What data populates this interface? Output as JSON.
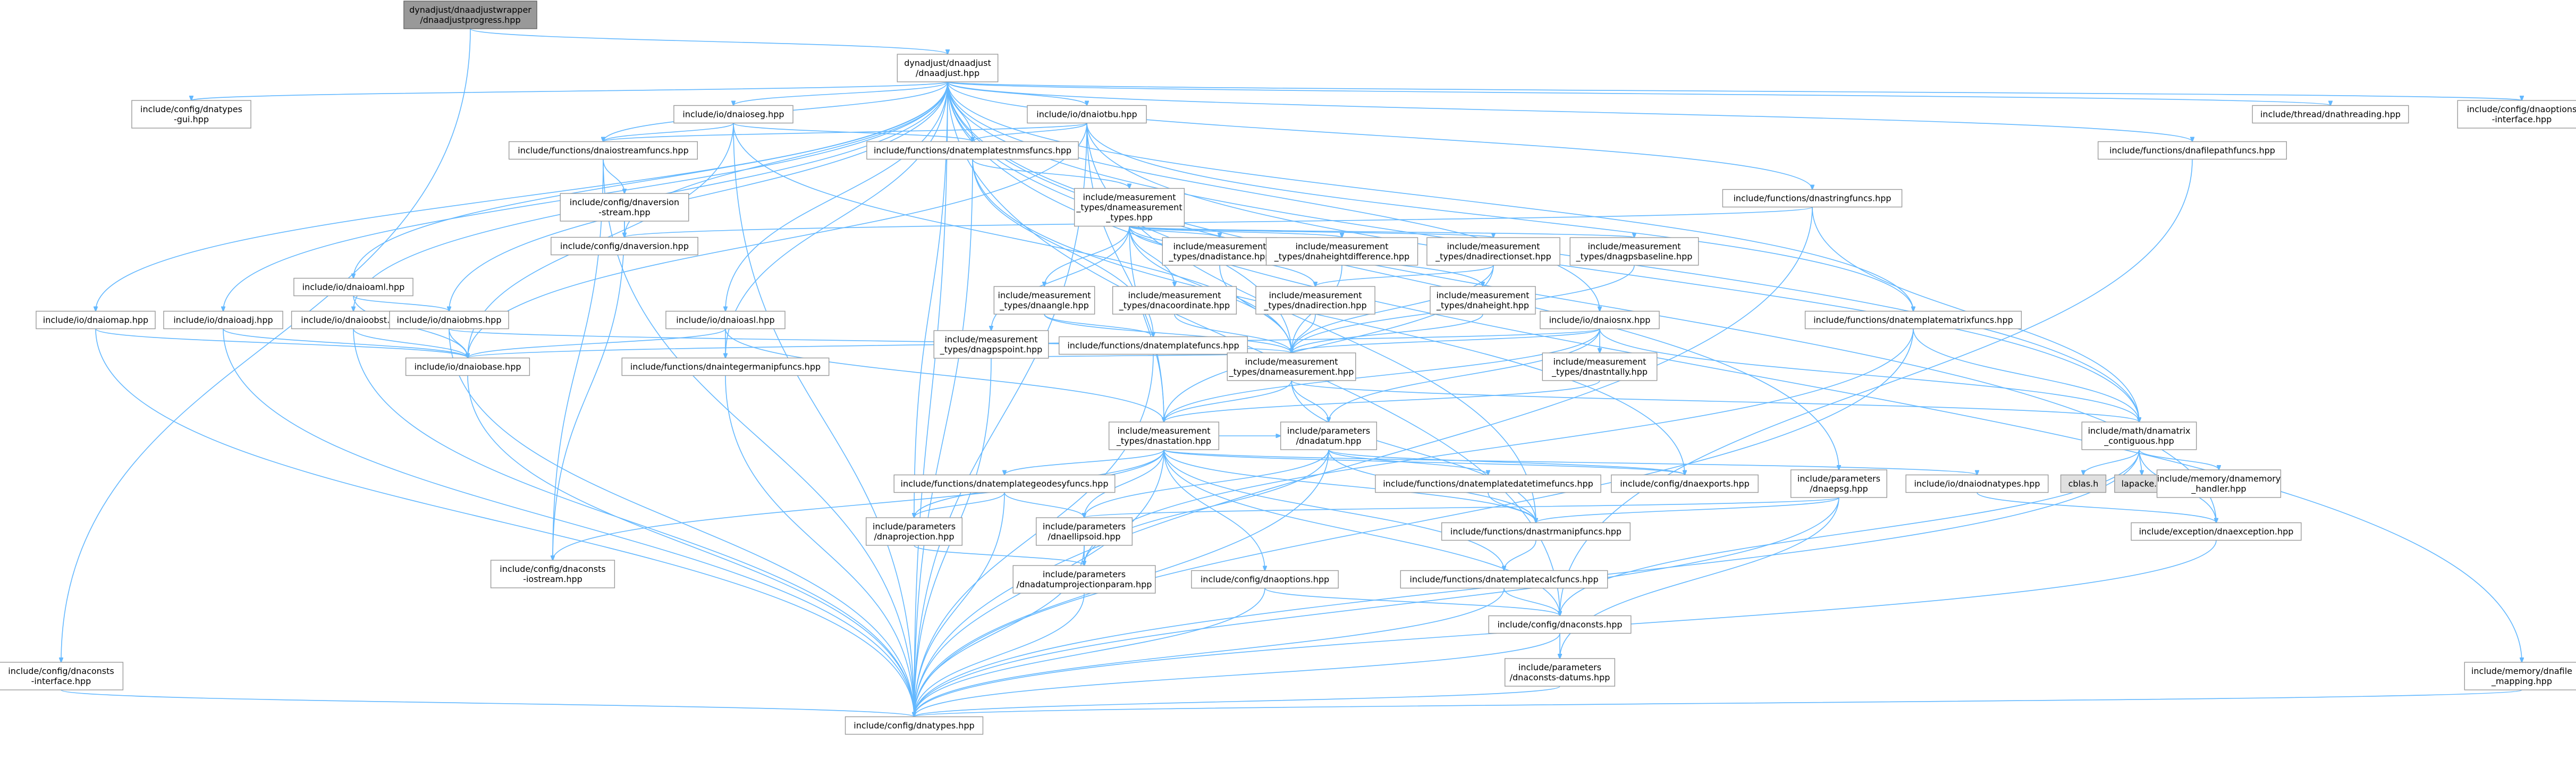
{
  "nodes": [
    {
      "id": "root",
      "label": [
        "dynadjust/dnaadjustwrapper",
        "/dnaadjustprogress.hpp"
      ],
      "kind": "root"
    },
    {
      "id": "dnaadjust",
      "label": [
        "dynadjust/dnaadjust",
        "/dnaadjust.hpp"
      ]
    },
    {
      "id": "dnaconsts_interface",
      "label": [
        "include/config/dnaconsts",
        "-interface.hpp"
      ]
    },
    {
      "id": "dnatypes_gui",
      "label": [
        "include/config/dnatypes",
        "-gui.hpp"
      ]
    },
    {
      "id": "dnaiomap",
      "label": [
        "include/io/dnaiomap.hpp"
      ]
    },
    {
      "id": "dnaioadj",
      "label": [
        "include/io/dnaioadj.hpp"
      ]
    },
    {
      "id": "dnaioaml",
      "label": [
        "include/io/dnaioaml.hpp"
      ]
    },
    {
      "id": "dnaioobst",
      "label": [
        "include/io/dnaioobst.hpp"
      ]
    },
    {
      "id": "dnaiobms",
      "label": [
        "include/io/dnaiobms.hpp"
      ]
    },
    {
      "id": "dnaioasl",
      "label": [
        "include/io/dnaioasl.hpp"
      ]
    },
    {
      "id": "dnaioseg",
      "label": [
        "include/io/dnaioseg.hpp"
      ]
    },
    {
      "id": "dnaiotbu",
      "label": [
        "include/io/dnaiotbu.hpp"
      ]
    },
    {
      "id": "dnaiosnx",
      "label": [
        "include/io/dnaiosnx.hpp"
      ]
    },
    {
      "id": "dnaiobase",
      "label": [
        "include/io/dnaiobase.hpp"
      ]
    },
    {
      "id": "dnaversion_stream",
      "label": [
        "include/config/dnaversion",
        "-stream.hpp"
      ]
    },
    {
      "id": "dnaversion",
      "label": [
        "include/config/dnaversion.hpp"
      ]
    },
    {
      "id": "dnaconsts_iostream",
      "label": [
        "include/config/dnaconsts",
        "-iostream.hpp"
      ]
    },
    {
      "id": "dnatypes",
      "label": [
        "include/config/dnatypes.hpp"
      ]
    },
    {
      "id": "dnaiostreamfuncs",
      "label": [
        "include/functions/dnaiostreamfuncs.hpp"
      ]
    },
    {
      "id": "dnatemplatestnmsfuncs",
      "label": [
        "include/functions/dnatemplatestnmsfuncs.hpp"
      ]
    },
    {
      "id": "dnastringfuncs",
      "label": [
        "include/functions/dnastringfuncs.hpp"
      ]
    },
    {
      "id": "dnafilepathfuncs",
      "label": [
        "include/functions/dnafilepathfuncs.hpp"
      ]
    },
    {
      "id": "dnathreading",
      "label": [
        "include/thread/dnathreading.hpp"
      ]
    },
    {
      "id": "dnaoptions_interface",
      "label": [
        "include/config/dnaoptions",
        "-interface.hpp"
      ]
    },
    {
      "id": "dnameasurement_types",
      "label": [
        "include/measurement",
        "_types/dnameasurement",
        "_types.hpp"
      ]
    },
    {
      "id": "dnadistance",
      "label": [
        "include/measurement",
        "_types/dnadistance.hpp"
      ]
    },
    {
      "id": "dnaheightdifference",
      "label": [
        "include/measurement",
        "_types/dnaheightdifference.hpp"
      ]
    },
    {
      "id": "dnadirectionset",
      "label": [
        "include/measurement",
        "_types/dnadirectionset.hpp"
      ]
    },
    {
      "id": "dnagpsbaseline",
      "label": [
        "include/measurement",
        "_types/dnagpsbaseline.hpp"
      ]
    },
    {
      "id": "dnaangle",
      "label": [
        "include/measurement",
        "_types/dnaangle.hpp"
      ]
    },
    {
      "id": "dnacoordinate",
      "label": [
        "include/measurement",
        "_types/dnacoordinate.hpp"
      ]
    },
    {
      "id": "dnadirection",
      "label": [
        "include/measurement",
        "_types/dnadirection.hpp"
      ]
    },
    {
      "id": "dnaheight",
      "label": [
        "include/measurement",
        "_types/dnaheight.hpp"
      ]
    },
    {
      "id": "dnagpspoint",
      "label": [
        "include/measurement",
        "_types/dnagpspoint.hpp"
      ]
    },
    {
      "id": "dnatemplatefuncs",
      "label": [
        "include/functions/dnatemplatefuncs.hpp"
      ]
    },
    {
      "id": "dnaintegermanipfuncs",
      "label": [
        "include/functions/dnaintegermanipfuncs.hpp"
      ]
    },
    {
      "id": "dnameasurement",
      "label": [
        "include/measurement",
        "_types/dnameasurement.hpp"
      ]
    },
    {
      "id": "dnastntally",
      "label": [
        "include/measurement",
        "_types/dnastntally.hpp"
      ]
    },
    {
      "id": "dnatemplatematrixfuncs",
      "label": [
        "include/functions/dnatemplatematrixfuncs.hpp"
      ]
    },
    {
      "id": "dnastation",
      "label": [
        "include/measurement",
        "_types/dnastation.hpp"
      ]
    },
    {
      "id": "dnadatum",
      "label": [
        "include/parameters",
        "/dnadatum.hpp"
      ]
    },
    {
      "id": "dnamatrix_contiguous",
      "label": [
        "include/math/dnamatrix",
        "_contiguous.hpp"
      ]
    },
    {
      "id": "cblas",
      "label": [
        "cblas.h"
      ],
      "kind": "ext"
    },
    {
      "id": "lapacke",
      "label": [
        "lapacke.h"
      ],
      "kind": "ext"
    },
    {
      "id": "dnamemory_handler",
      "label": [
        "include/memory/dnamemory",
        "_handler.hpp"
      ]
    },
    {
      "id": "dnatemplategeodesyfuncs",
      "label": [
        "include/functions/dnatemplategeodesyfuncs.hpp"
      ]
    },
    {
      "id": "dnatemplatedatetimefuncs",
      "label": [
        "include/functions/dnatemplatedatetimefuncs.hpp"
      ]
    },
    {
      "id": "dnaexports",
      "label": [
        "include/config/dnaexports.hpp"
      ]
    },
    {
      "id": "dnaepsg",
      "label": [
        "include/parameters",
        "/dnaepsg.hpp"
      ]
    },
    {
      "id": "dnaiodnatypes",
      "label": [
        "include/io/dnaiodnatypes.hpp"
      ]
    },
    {
      "id": "dnaprojection",
      "label": [
        "include/parameters",
        "/dnaprojection.hpp"
      ]
    },
    {
      "id": "dnaellipsoid",
      "label": [
        "include/parameters",
        "/dnaellipsoid.hpp"
      ]
    },
    {
      "id": "dnastrmanipfuncs",
      "label": [
        "include/functions/dnastrmanipfuncs.hpp"
      ]
    },
    {
      "id": "dnaexception",
      "label": [
        "include/exception/dnaexception.hpp"
      ]
    },
    {
      "id": "dnadatumprojectionparam",
      "label": [
        "include/parameters",
        "/dnadatumprojectionparam.hpp"
      ]
    },
    {
      "id": "dnaoptions",
      "label": [
        "include/config/dnaoptions.hpp"
      ]
    },
    {
      "id": "dnatemplatecalcfuncs",
      "label": [
        "include/functions/dnatemplatecalcfuncs.hpp"
      ]
    },
    {
      "id": "dnaconsts",
      "label": [
        "include/config/dnaconsts.hpp"
      ]
    },
    {
      "id": "dnaconsts_datums",
      "label": [
        "include/parameters",
        "/dnaconsts-datums.hpp"
      ]
    },
    {
      "id": "dnafile_mapping",
      "label": [
        "include/memory/dnafile",
        "_mapping.hpp"
      ]
    }
  ],
  "edges": [
    [
      "root",
      "dnaadjust"
    ],
    [
      "root",
      "dnaconsts_interface"
    ],
    [
      "dnaconsts_interface",
      "dnatypes"
    ],
    [
      "dnaadjust",
      "dnatypes_gui"
    ],
    [
      "dnaadjust",
      "dnaiomap"
    ],
    [
      "dnaadjust",
      "dnaioadj"
    ],
    [
      "dnaadjust",
      "dnaioaml"
    ],
    [
      "dnaadjust",
      "dnaioobst"
    ],
    [
      "dnaadjust",
      "dnaiobms"
    ],
    [
      "dnaadjust",
      "dnaioasl"
    ],
    [
      "dnaadjust",
      "dnaioseg"
    ],
    [
      "dnaadjust",
      "dnaiotbu"
    ],
    [
      "dnaadjust",
      "dnaiosnx"
    ],
    [
      "dnaadjust",
      "dnaiostreamfuncs"
    ],
    [
      "dnaadjust",
      "dnatemplatestnmsfuncs"
    ],
    [
      "dnaadjust",
      "dnastringfuncs"
    ],
    [
      "dnaadjust",
      "dnafilepathfuncs"
    ],
    [
      "dnaadjust",
      "dnathreading"
    ],
    [
      "dnaadjust",
      "dnaoptions_interface"
    ],
    [
      "dnaadjust",
      "dnaversion"
    ],
    [
      "dnaadjust",
      "dnamatrix_contiguous"
    ],
    [
      "dnaadjust",
      "dnatemplatematrixfuncs"
    ],
    [
      "dnaadjust",
      "dnaexception"
    ],
    [
      "dnaadjust",
      "dnafile_mapping"
    ],
    [
      "dnaadjust",
      "dnaepsg"
    ],
    [
      "dnaadjust",
      "dnameasurement"
    ],
    [
      "dnaadjust",
      "dnatypes"
    ],
    [
      "dnaadjust",
      "dnaprojection"
    ],
    [
      "dnaadjust",
      "dnaintegermanipfuncs"
    ],
    [
      "dnaadjust",
      "dnaconsts"
    ],
    [
      "dnaiomap",
      "dnaiobase"
    ],
    [
      "dnaiomap",
      "dnatypes"
    ],
    [
      "dnaioadj",
      "dnaiobase"
    ],
    [
      "dnaioadj",
      "dnatypes"
    ],
    [
      "dnaioaml",
      "dnaiobase"
    ],
    [
      "dnaioaml",
      "dnaiobms"
    ],
    [
      "dnaioobst",
      "dnaiobase"
    ],
    [
      "dnaioobst",
      "dnatypes"
    ],
    [
      "dnaiobms",
      "dnaiobase"
    ],
    [
      "dnaiobms",
      "dnatypes"
    ],
    [
      "dnaiobms",
      "dnameasurement"
    ],
    [
      "dnaioasl",
      "dnaiobase"
    ],
    [
      "dnaioasl",
      "dnaintegermanipfuncs"
    ],
    [
      "dnaioasl",
      "dnastation"
    ],
    [
      "dnaioseg",
      "dnaiobase"
    ],
    [
      "dnaioseg",
      "dnaiostreamfuncs"
    ],
    [
      "dnaioseg",
      "dnatemplatestnmsfuncs"
    ],
    [
      "dnaioseg",
      "dnameasurement"
    ],
    [
      "dnaioseg",
      "dnatypes"
    ],
    [
      "dnaiotbu",
      "dnaiobase"
    ],
    [
      "dnaiotbu",
      "dnaiostreamfuncs"
    ],
    [
      "dnaiotbu",
      "dnatemplatestnmsfuncs"
    ],
    [
      "dnaiotbu",
      "dnatemplatematrixfuncs"
    ],
    [
      "dnaiotbu",
      "dnamatrix_contiguous"
    ],
    [
      "dnaiotbu",
      "dnastrmanipfuncs"
    ],
    [
      "dnaiotbu",
      "dnatypes"
    ],
    [
      "dnaiotbu",
      "dnastation"
    ],
    [
      "dnaiosnx",
      "dnaiobase"
    ],
    [
      "dnaiosnx",
      "dnameasurement"
    ],
    [
      "dnaiosnx",
      "dnastntally"
    ],
    [
      "dnaiosnx",
      "dnamatrix_contiguous"
    ],
    [
      "dnaiosnx",
      "dnadatum"
    ],
    [
      "dnaiosnx",
      "dnastation"
    ],
    [
      "dnaiobase",
      "dnatypes"
    ],
    [
      "dnaiostreamfuncs",
      "dnaversion_stream"
    ],
    [
      "dnaiostreamfuncs",
      "dnaconsts_iostream"
    ],
    [
      "dnaiostreamfuncs",
      "dnatypes"
    ],
    [
      "dnaversion_stream",
      "dnaversion"
    ],
    [
      "dnaversion_stream",
      "dnaconsts_iostream"
    ],
    [
      "dnatemplatestnmsfuncs",
      "dnameasurement_types"
    ],
    [
      "dnatemplatestnmsfuncs",
      "dnatemplatefuncs"
    ],
    [
      "dnatemplatestnmsfuncs",
      "dnatypes"
    ],
    [
      "dnatemplatestnmsfuncs",
      "dnaexports"
    ],
    [
      "dnastringfuncs",
      "dnaversion"
    ],
    [
      "dnastringfuncs",
      "dnatypes"
    ],
    [
      "dnastringfuncs",
      "dnamatrix_contiguous"
    ],
    [
      "dnafilepathfuncs",
      "dnaconsts"
    ],
    [
      "dnameasurement_types",
      "dnadistance"
    ],
    [
      "dnameasurement_types",
      "dnaheightdifference"
    ],
    [
      "dnameasurement_types",
      "dnadirectionset"
    ],
    [
      "dnameasurement_types",
      "dnagpsbaseline"
    ],
    [
      "dnameasurement_types",
      "dnaangle"
    ],
    [
      "dnameasurement_types",
      "dnacoordinate"
    ],
    [
      "dnameasurement_types",
      "dnadirection"
    ],
    [
      "dnameasurement_types",
      "dnaheight"
    ],
    [
      "dnameasurement_types",
      "dnagpspoint"
    ],
    [
      "dnameasurement_types",
      "dnameasurement"
    ],
    [
      "dnameasurement_types",
      "dnastation"
    ],
    [
      "dnadistance",
      "dnameasurement"
    ],
    [
      "dnaheightdifference",
      "dnameasurement"
    ],
    [
      "dnadirectionset",
      "dnadirection"
    ],
    [
      "dnadirectionset",
      "dnameasurement"
    ],
    [
      "dnadirectionset",
      "dnastation"
    ],
    [
      "dnagpsbaseline",
      "dnameasurement"
    ],
    [
      "dnaangle",
      "dnameasurement"
    ],
    [
      "dnaangle",
      "dnatemplatefuncs"
    ],
    [
      "dnacoordinate",
      "dnameasurement"
    ],
    [
      "dnadirection",
      "dnameasurement"
    ],
    [
      "dnaheight",
      "dnameasurement"
    ],
    [
      "dnagpspoint",
      "dnameasurement"
    ],
    [
      "dnagpspoint",
      "dnatypes"
    ],
    [
      "dnatemplatefuncs",
      "dnameasurement"
    ],
    [
      "dnatemplatefuncs",
      "dnatypes"
    ],
    [
      "dnaintegermanipfuncs",
      "dnatypes"
    ],
    [
      "dnameasurement",
      "dnastation"
    ],
    [
      "dnameasurement",
      "dnadatum"
    ],
    [
      "dnameasurement",
      "dnamatrix_contiguous"
    ],
    [
      "dnameasurement",
      "dnastrmanipfuncs"
    ],
    [
      "dnastntally",
      "dnastation"
    ],
    [
      "dnatemplatematrixfuncs",
      "dnamatrix_contiguous"
    ],
    [
      "dnatemplatematrixfuncs",
      "dnatypes"
    ],
    [
      "dnatemplatematrixfuncs",
      "dnadatumprojectionparam"
    ],
    [
      "dnastation",
      "dnaconsts_iostream"
    ],
    [
      "dnastation",
      "dnatemplategeodesyfuncs"
    ],
    [
      "dnastation",
      "dnaprojection"
    ],
    [
      "dnastation",
      "dnaellipsoid"
    ],
    [
      "dnastation",
      "dnaexports"
    ],
    [
      "dnastation",
      "dnaoptions"
    ],
    [
      "dnastation",
      "dnatemplatecalcfuncs"
    ],
    [
      "dnastation",
      "dnaconsts"
    ],
    [
      "dnastation",
      "dnatypes"
    ],
    [
      "dnastation",
      "dnadatum"
    ],
    [
      "dnastation",
      "dnaiodnatypes"
    ],
    [
      "dnastation",
      "dnastrmanipfuncs"
    ],
    [
      "dnadatum",
      "dnatemplatedatetimefuncs"
    ],
    [
      "dnadatum",
      "dnaellipsoid"
    ],
    [
      "dnadatum",
      "dnaexports"
    ],
    [
      "dnadatum",
      "dnastrmanipfuncs"
    ],
    [
      "dnadatum",
      "dnatypes"
    ],
    [
      "dnadatum",
      "dnadatumprojectionparam"
    ],
    [
      "dnamatrix_contiguous",
      "cblas"
    ],
    [
      "dnamatrix_contiguous",
      "lapacke"
    ],
    [
      "dnamatrix_contiguous",
      "dnamemory_handler"
    ],
    [
      "dnamatrix_contiguous",
      "dnaexception"
    ],
    [
      "dnamatrix_contiguous",
      "dnatypes"
    ],
    [
      "dnamatrix_contiguous",
      "dnaconsts"
    ],
    [
      "dnatemplategeodesyfuncs",
      "dnaprojection"
    ],
    [
      "dnatemplategeodesyfuncs",
      "dnaellipsoid"
    ],
    [
      "dnatemplategeodesyfuncs",
      "dnatypes"
    ],
    [
      "dnatemplatedatetimefuncs",
      "dnastrmanipfuncs"
    ],
    [
      "dnaepsg",
      "dnaellipsoid"
    ],
    [
      "dnaepsg",
      "dnastrmanipfuncs"
    ],
    [
      "dnaepsg",
      "dnaconsts_datums"
    ],
    [
      "dnaepsg",
      "dnatypes"
    ],
    [
      "dnaiodnatypes",
      "dnaexception"
    ],
    [
      "dnaprojection",
      "dnadatumprojectionparam"
    ],
    [
      "dnaellipsoid",
      "dnadatumprojectionparam"
    ],
    [
      "dnaellipsoid",
      "dnatypes"
    ],
    [
      "dnastrmanipfuncs",
      "dnatemplatecalcfuncs"
    ],
    [
      "dnaexception",
      "dnatypes"
    ],
    [
      "dnadatumprojectionparam",
      "dnatypes"
    ],
    [
      "dnaoptions",
      "dnaconsts"
    ],
    [
      "dnaoptions",
      "dnatypes"
    ],
    [
      "dnatemplatecalcfuncs",
      "dnaconsts"
    ],
    [
      "dnatemplatecalcfuncs",
      "dnatypes"
    ],
    [
      "dnaconsts",
      "dnaconsts_datums"
    ],
    [
      "dnaconsts",
      "dnatypes"
    ],
    [
      "dnaconsts_datums",
      "dnatypes"
    ],
    [
      "dnafile_mapping",
      "dnatypes"
    ]
  ]
}
